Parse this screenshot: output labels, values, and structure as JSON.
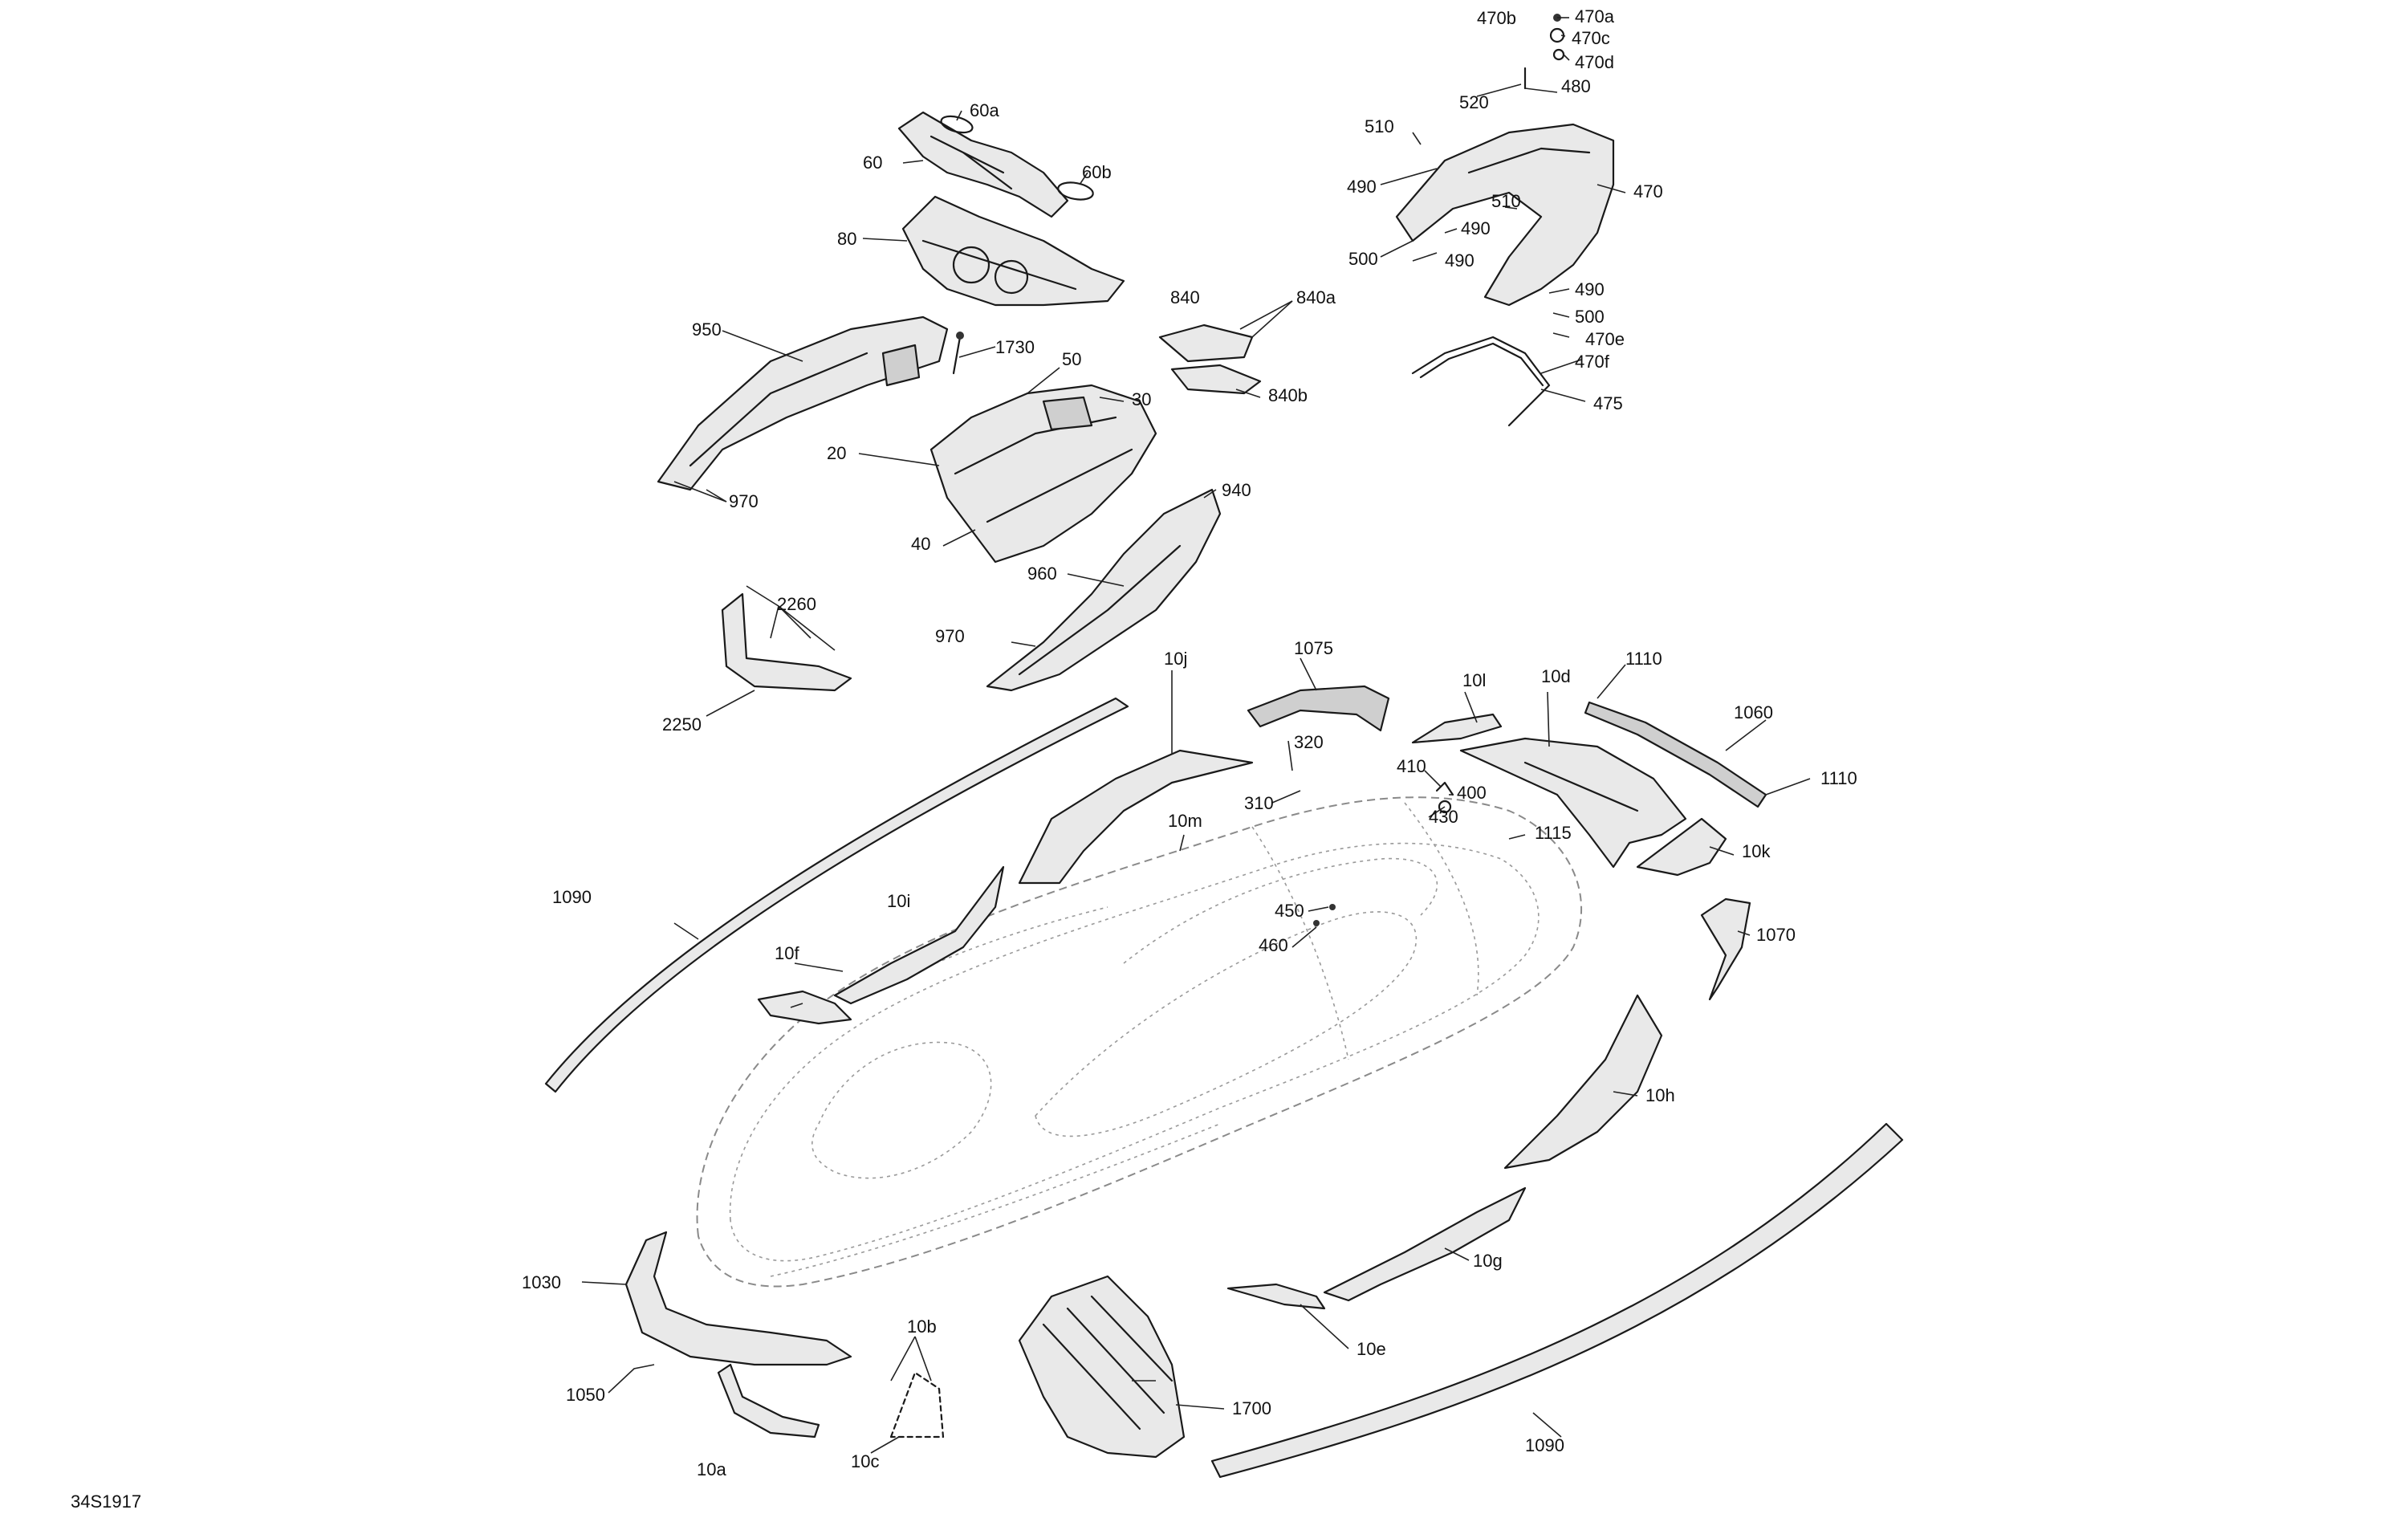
{
  "diagram": {
    "reference_code": "34S1917",
    "callouts": [
      "10a",
      "10b",
      "10c",
      "10d",
      "10e",
      "10f",
      "10g",
      "10h",
      "10i",
      "10j",
      "10k",
      "10l",
      "10m",
      "20",
      "30",
      "40",
      "50",
      "60",
      "60a",
      "60b",
      "80",
      "310",
      "320",
      "400",
      "410",
      "430",
      "450",
      "460",
      "470",
      "470a",
      "470b",
      "470c",
      "470d",
      "470e",
      "470f",
      "475",
      "480",
      "490",
      "500",
      "510",
      "520",
      "840",
      "840a",
      "840b",
      "940",
      "950",
      "960",
      "970",
      "1030",
      "1050",
      "1060",
      "1070",
      "1075",
      "1090",
      "1110",
      "1115",
      "1700",
      "1730",
      "2250",
      "2260"
    ]
  }
}
